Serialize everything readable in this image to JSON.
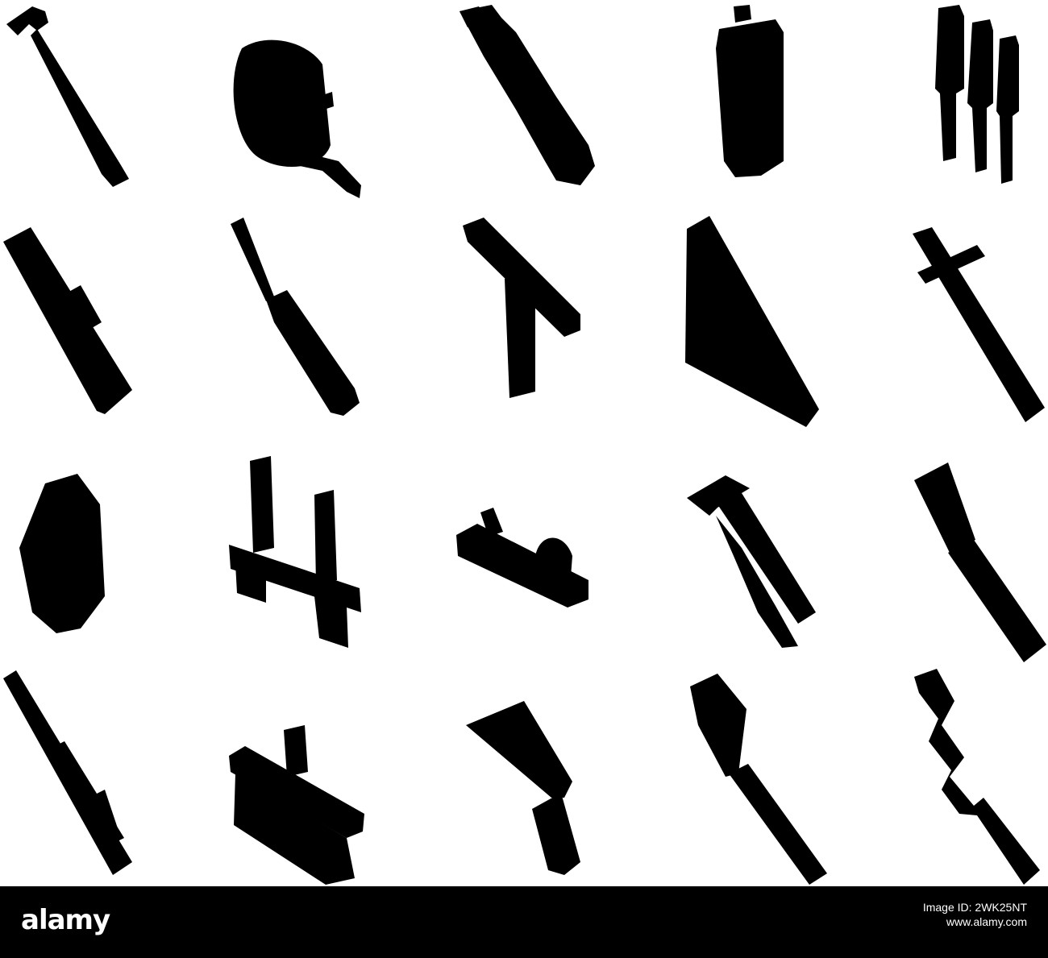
{
  "watermark": {
    "brand": "alamy",
    "image_id": "Image ID: 2WK25NT",
    "url": "www.alamy.com"
  },
  "colors": {
    "background": "#ffffff",
    "line": "#000000",
    "footer": "#000000",
    "footer_text": "#ffffff"
  },
  "icons": [
    "hammer-icon",
    "tape-measure-icon",
    "utility-knife-icon",
    "moisture-meter-icon",
    "chisel-set-icon",
    "spirit-level-icon",
    "screwdriver-icon",
    "sliding-bevel-icon",
    "speed-square-icon",
    "marking-gauge-icon",
    "chalk-line-icon",
    "bar-clamps-icon",
    "hand-plane-icon",
    "clamp-pliers-icon",
    "mortise-chisel-icon",
    "pry-bar-icon",
    "spokeshave-icon",
    "coping-saw-icon",
    "spade-bit-icon",
    "auger-bit-icon"
  ]
}
